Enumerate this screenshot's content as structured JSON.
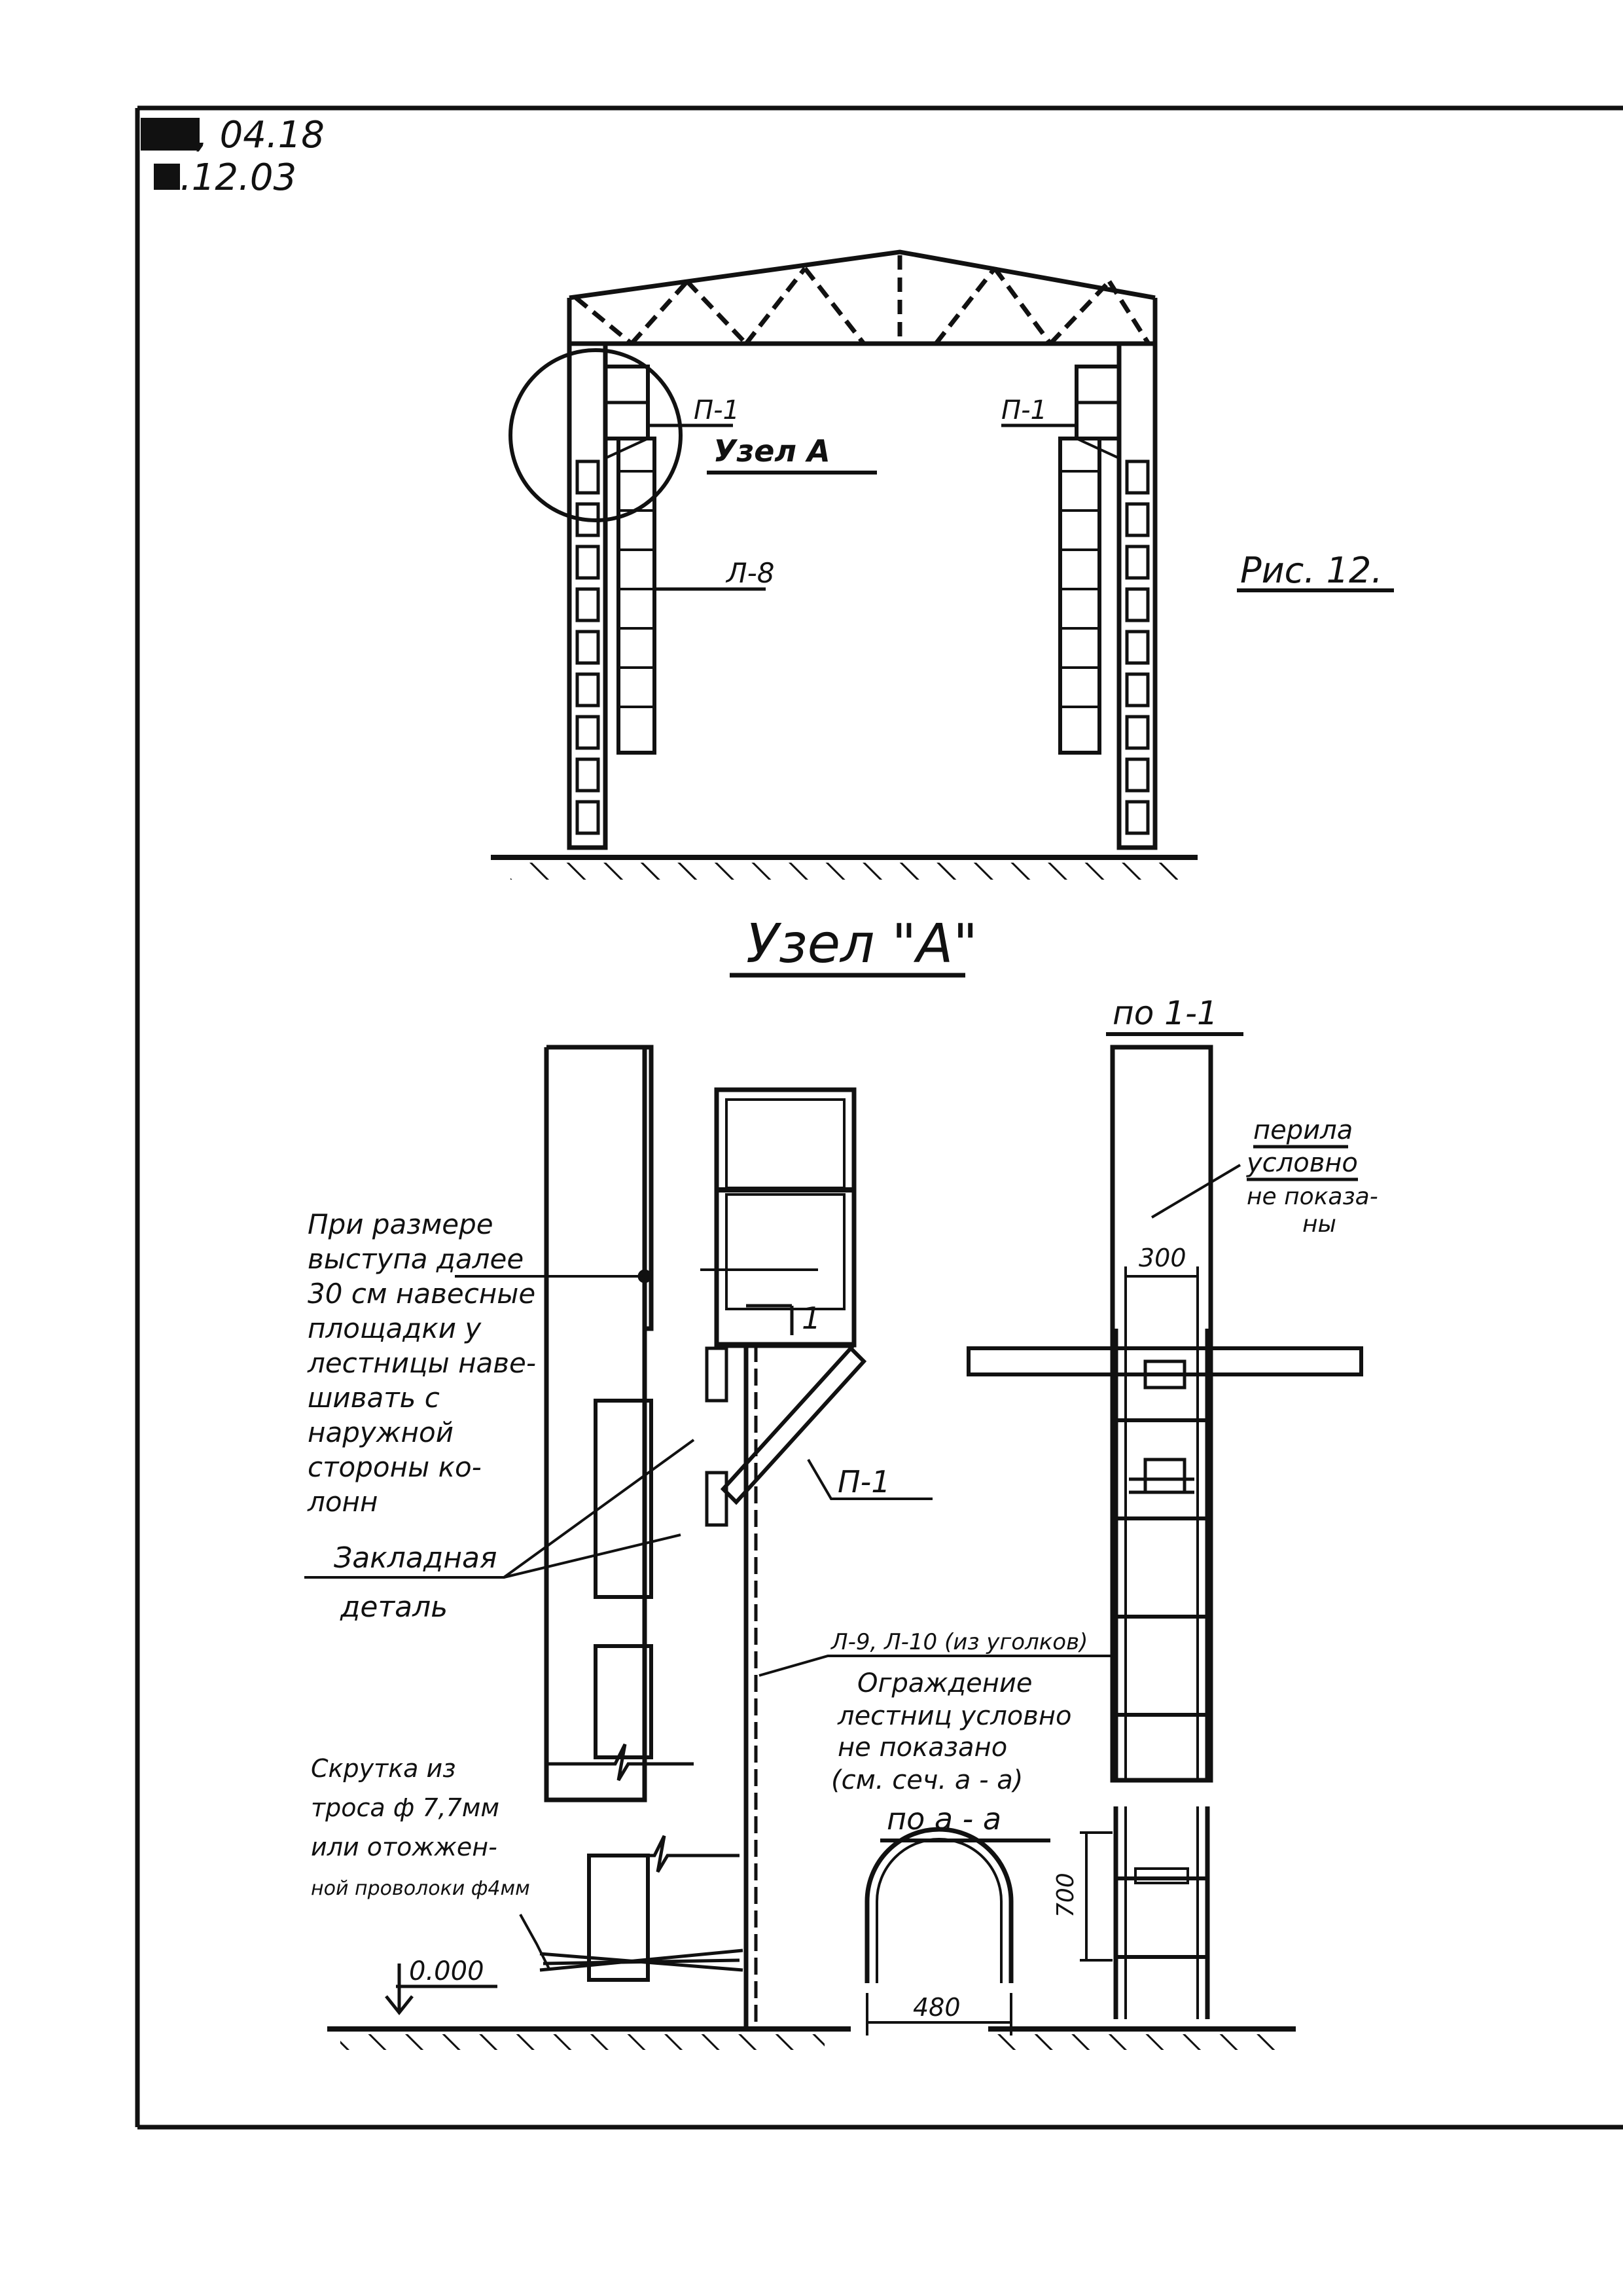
{
  "stamp": {
    "line1": ", 04.18",
    "line2": ".12.03"
  },
  "figure_label": "Рис. 12.",
  "overview": {
    "node_label": "Узел А",
    "platform_left": "П-1",
    "platform_right": "П-1",
    "ladder_label": "Л-8"
  },
  "detail_title": "Узел \"А\"",
  "side_view": {
    "title": "по 1-1",
    "railing_note": [
      "перила",
      "условно",
      "не показа-",
      "ны"
    ],
    "dim_width": "300"
  },
  "notes": {
    "projection_note": [
      "При размере",
      "выступа далее",
      "30 см навесные",
      "площадки у",
      "лестницы наве-",
      "шивать с",
      "наружной",
      "стороны ко-",
      "лонн"
    ],
    "embedded_part": [
      "Закладная",
      "деталь"
    ],
    "section_mark": "1",
    "platform_label": "П-1",
    "ladder_types": "Л-9, Л-10 (из уголков)",
    "guard_note": [
      "Ограждение",
      "лестниц условно",
      "не показано",
      "(см. сеч. а - а)"
    ],
    "twist_note": [
      "Скрутка из",
      "троса ф 7,7мм",
      "или отожжен-",
      "ной проволоки ф4мм"
    ],
    "elevation": "0.000"
  },
  "section_aa": {
    "title": "по а - а",
    "dim_height": "700",
    "dim_width": "480"
  }
}
